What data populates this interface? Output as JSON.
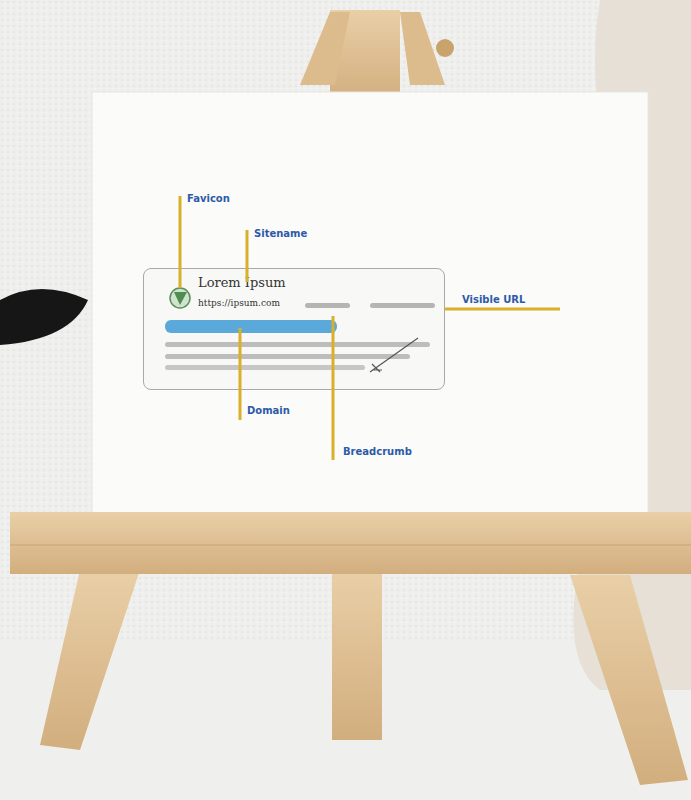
{
  "diagram": {
    "nodes": [
      {
        "text": [
          "Lorem Ipsum",
          "https://ipsum.com"
        ]
      }
    ],
    "labels": [
      "Favicon",
      "Sitename",
      "Visible URL",
      "Domain",
      "Breadcrumb"
    ]
  }
}
